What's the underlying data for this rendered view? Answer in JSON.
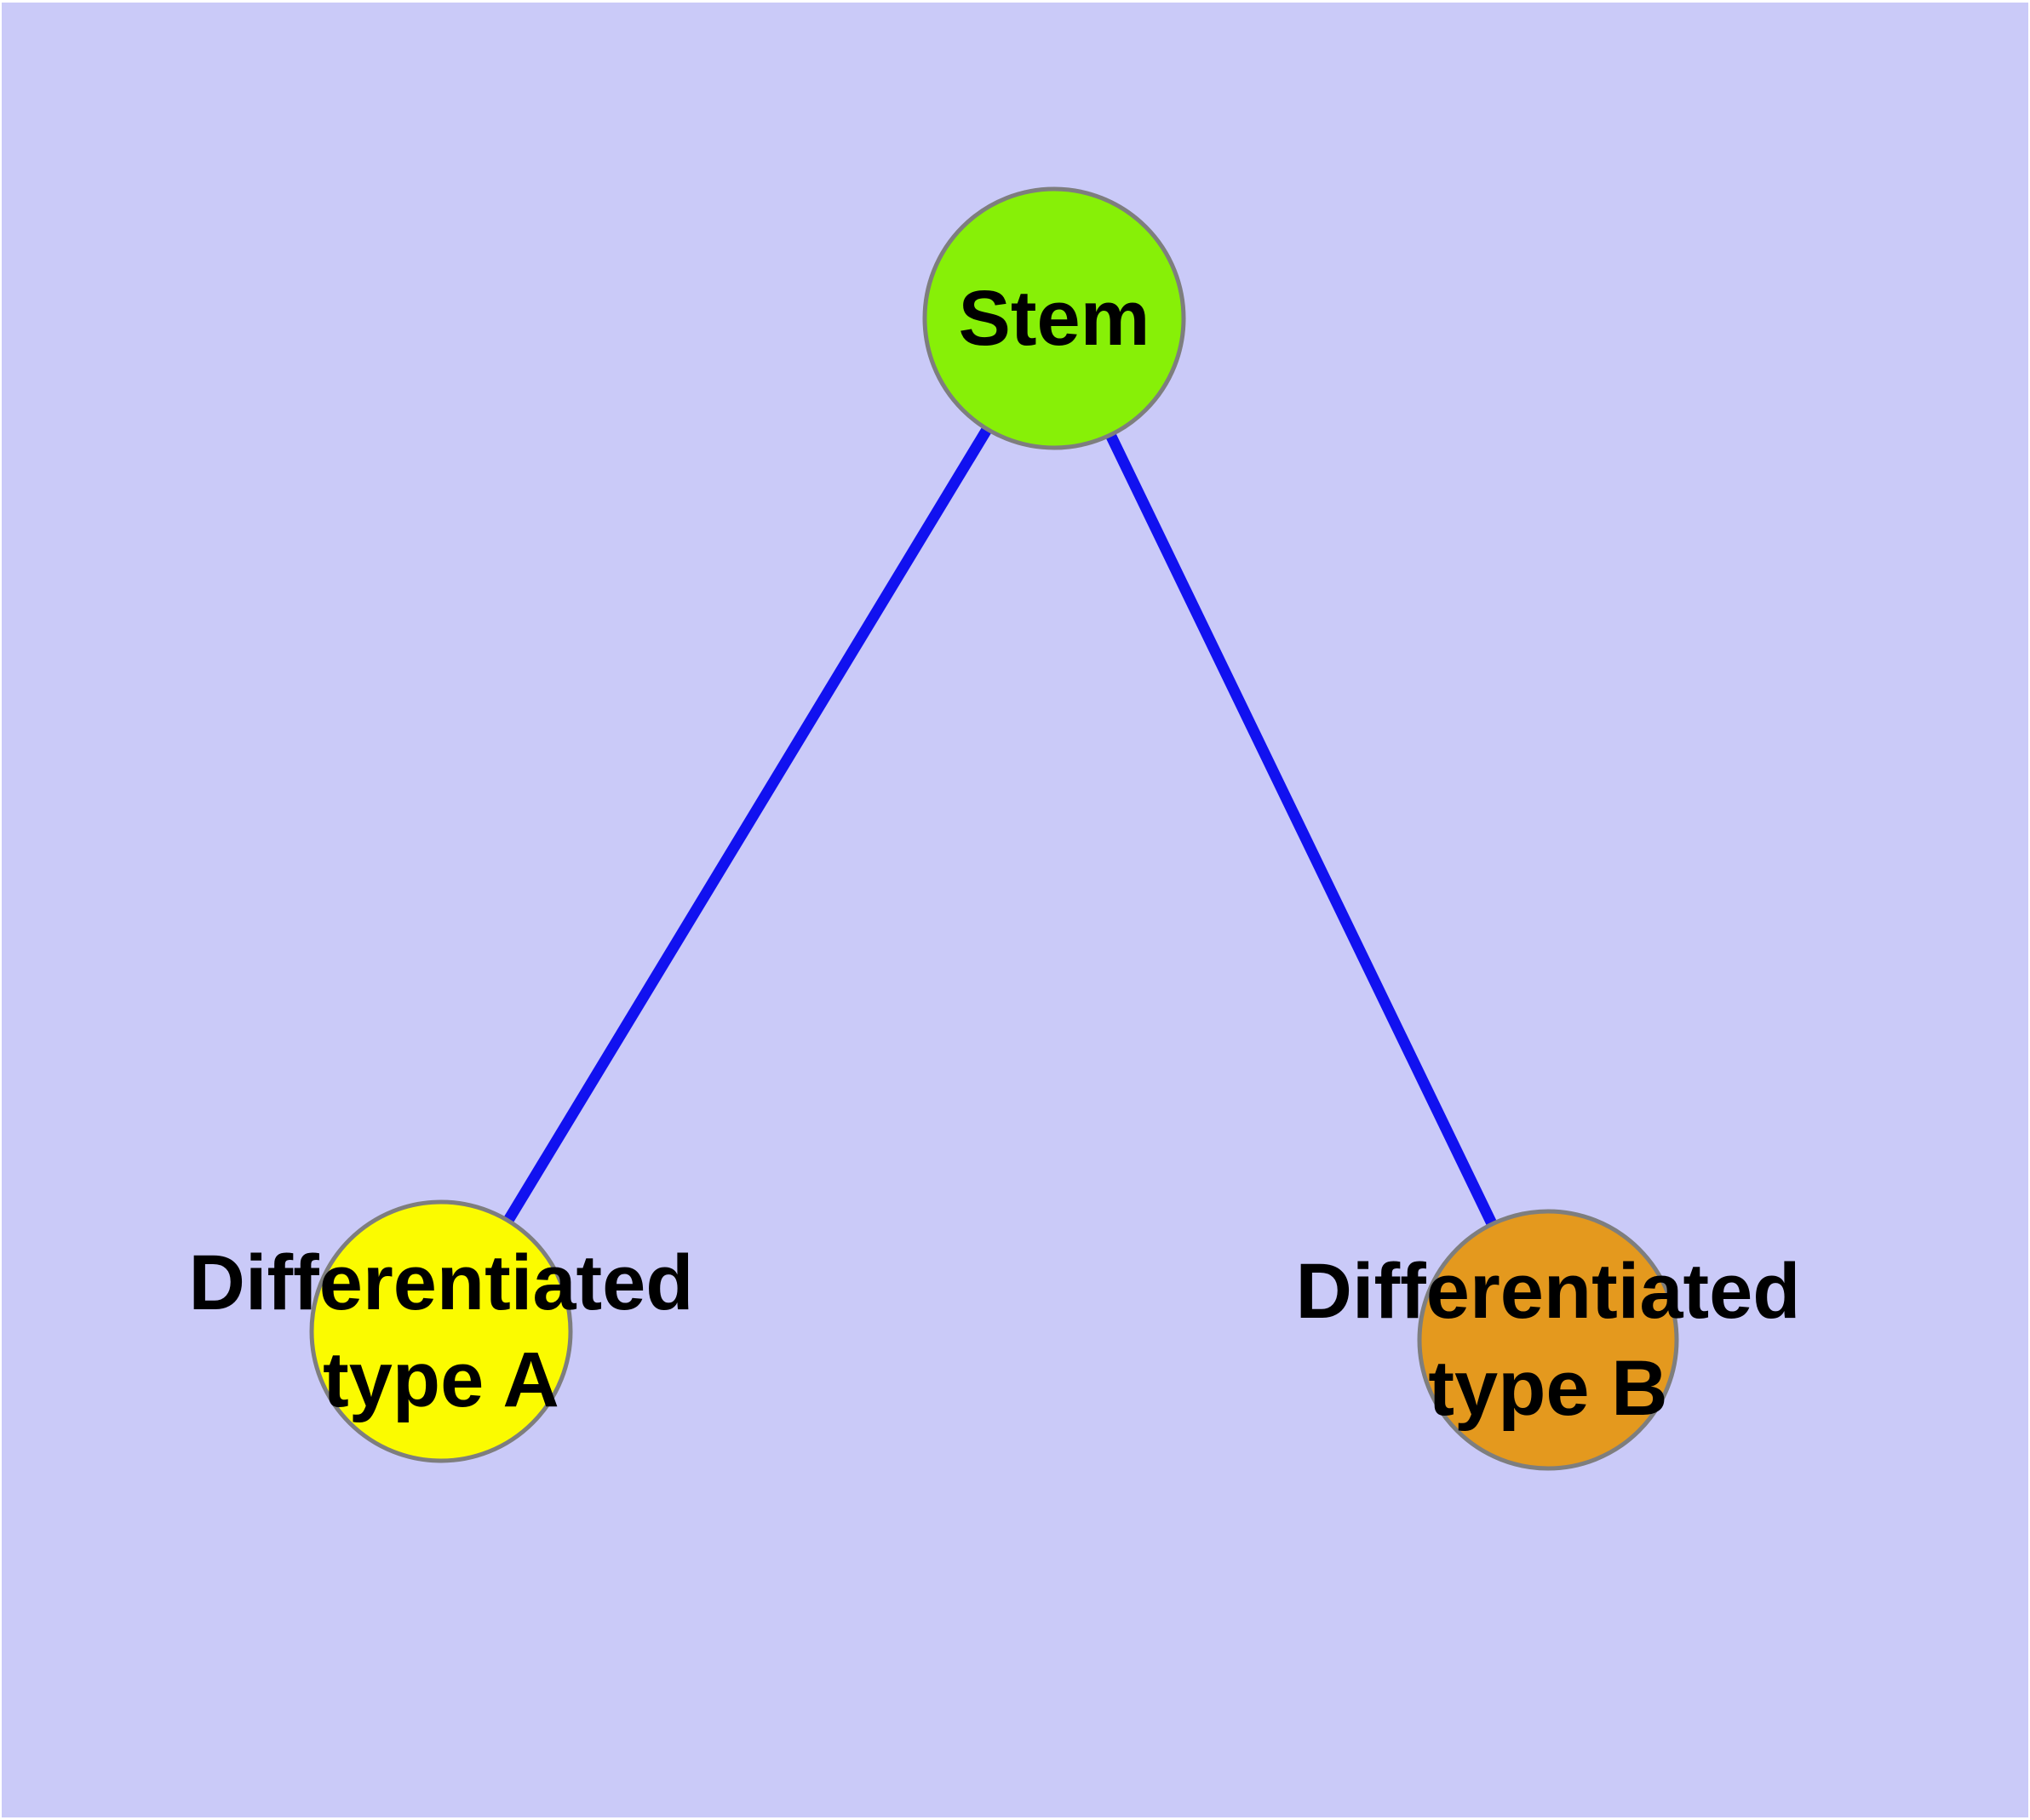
{
  "diagram": {
    "type": "graph",
    "description": "Stem cell differentiation graph: one stem node connected to two differentiated cell type nodes",
    "background_color": "#cacaf8",
    "page_margin_color": "#ffffff",
    "edge_color": "#1111f0",
    "node_border_color": "#7e7e7e",
    "text_color": "#000000",
    "nodes": [
      {
        "id": "stem",
        "label": "Stem",
        "fill": "#87f007"
      },
      {
        "id": "differentiated-type-a",
        "label_line1": "Differentiated",
        "label_line2": "type A",
        "fill": "#fbfb00"
      },
      {
        "id": "differentiated-type-b",
        "label_line1": "Differentiated",
        "label_line2": "type B",
        "fill": "#e4991e"
      }
    ],
    "edges": [
      {
        "from": "Stem",
        "to": "Differentiated type A"
      },
      {
        "from": "Stem",
        "to": "Differentiated type B"
      }
    ]
  }
}
